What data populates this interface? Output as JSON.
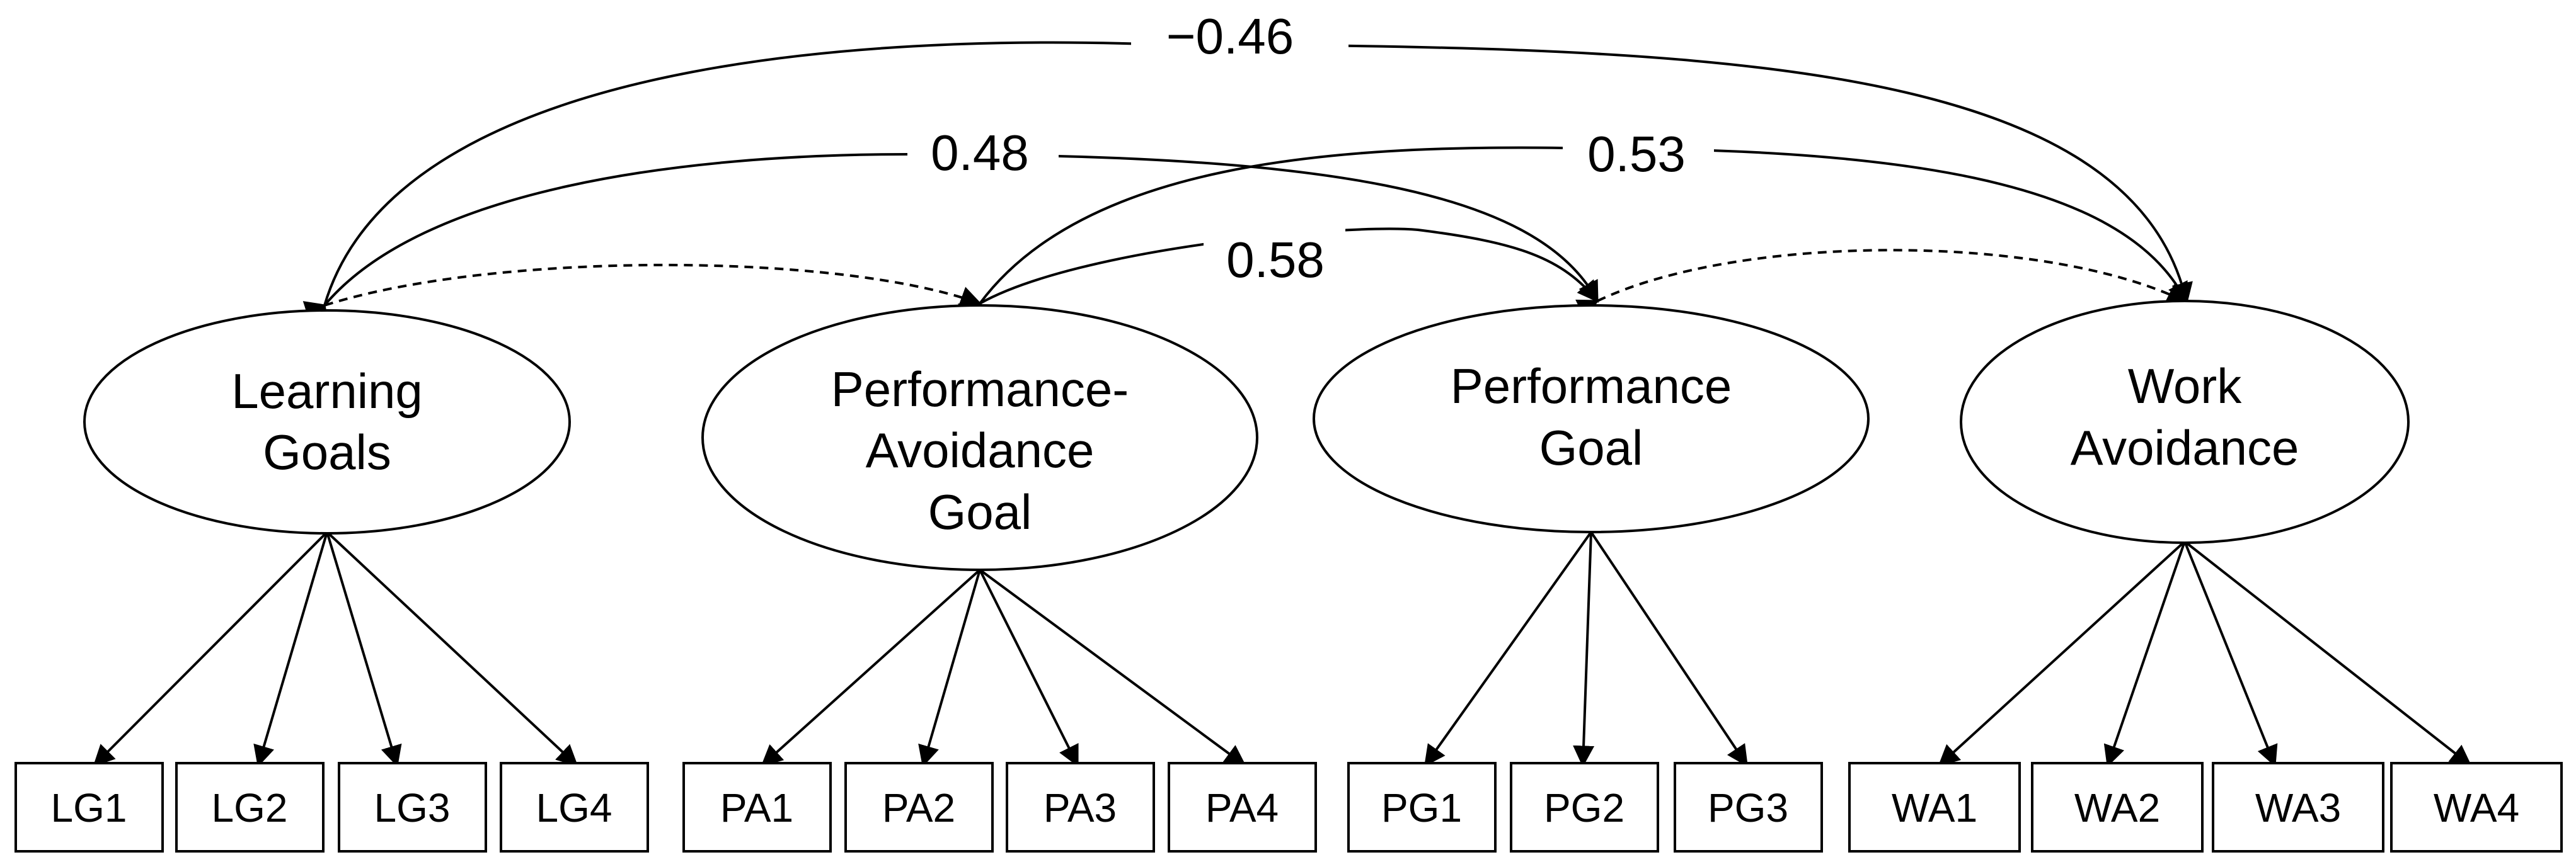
{
  "constructs": [
    {
      "id": "LG",
      "lines": [
        "Learning",
        "Goals"
      ]
    },
    {
      "id": "PA",
      "lines": [
        "Performance-",
        "Avoidance",
        "Goal"
      ]
    },
    {
      "id": "PG",
      "lines": [
        "Performance",
        "Goal"
      ]
    },
    {
      "id": "WA",
      "lines": [
        "Work",
        "Avoidance"
      ]
    }
  ],
  "items": {
    "LG": [
      "LG1",
      "LG2",
      "LG3",
      "LG4"
    ],
    "PA": [
      "PA1",
      "PA2",
      "PA3",
      "PA4"
    ],
    "PG": [
      "PG1",
      "PG2",
      "PG3"
    ],
    "WA": [
      "WA1",
      "WA2",
      "WA3",
      "WA4"
    ]
  },
  "correlations": [
    {
      "from": "LG",
      "to": "WA",
      "label": "−0.46",
      "style": "solid"
    },
    {
      "from": "LG",
      "to": "PG",
      "label": "0.48",
      "style": "solid"
    },
    {
      "from": "PA",
      "to": "WA",
      "label": "0.53",
      "style": "solid"
    },
    {
      "from": "PA",
      "to": "PG",
      "label": "0.58",
      "style": "solid"
    },
    {
      "from": "LG",
      "to": "PA",
      "label": "",
      "style": "dashed"
    },
    {
      "from": "PG",
      "to": "WA",
      "label": "",
      "style": "dashed"
    }
  ]
}
